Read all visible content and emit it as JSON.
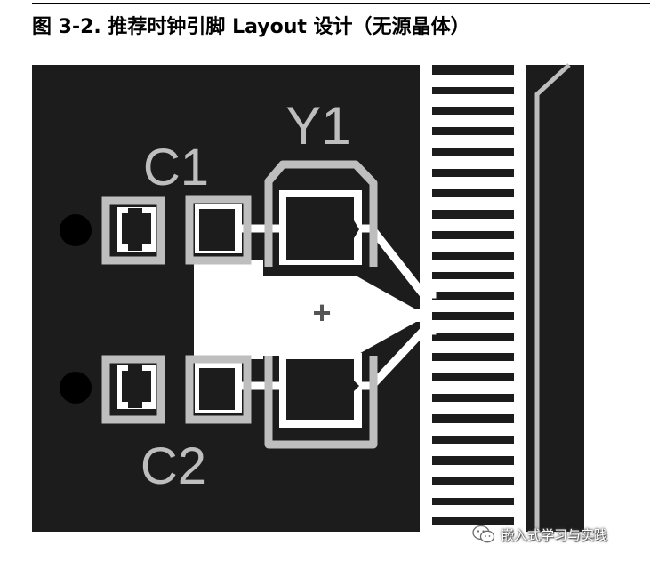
{
  "caption": {
    "text": "图 3-2. 推荐时钟引脚 Layout 设计（无源晶体）"
  },
  "silkscreen": {
    "y1": "Y1",
    "c1": "C1",
    "c2": "C2",
    "center_mark": "+"
  },
  "watermark": {
    "text": "嵌入式学习与实践",
    "icon": "wechat-icon"
  },
  "colors": {
    "board": "#1c1c1c",
    "copper": "#ffffff",
    "silkscreen": "#bebebe",
    "via": "#000000"
  }
}
